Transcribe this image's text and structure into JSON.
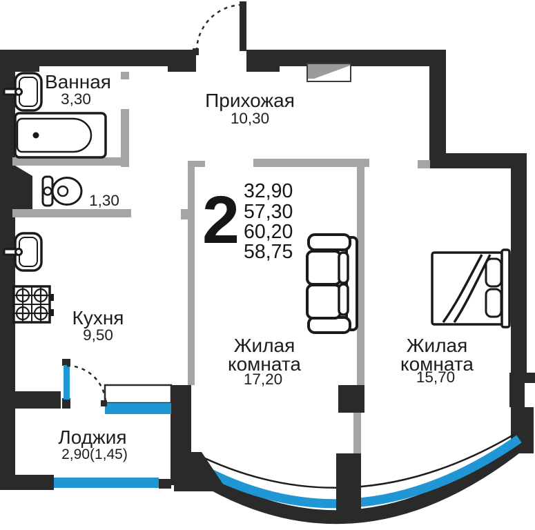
{
  "plan": {
    "title": "2-room apartment floor plan",
    "legend": {
      "rooms_count": "2",
      "areas": [
        "32,90",
        "57,30",
        "60,20",
        "58,75"
      ]
    },
    "rooms": {
      "bathroom": {
        "label": "Ванная",
        "area": "3,30"
      },
      "wc": {
        "area": "1,30"
      },
      "hallway": {
        "label": "Прихожая",
        "area": "10,30"
      },
      "kitchen": {
        "label": "Кухня",
        "area": "9,50"
      },
      "living_room_1": {
        "label_line_1": "Жилая",
        "label_line_2": "комната",
        "area": "17,20"
      },
      "living_room_2": {
        "label_line_1": "Жилая",
        "label_line_2": "комната",
        "area": "15,70"
      },
      "loggia": {
        "label": "Лоджия",
        "area": "2,90(1,45)"
      }
    },
    "icons": [
      "bathtub-icon",
      "sink-icon",
      "toilet-icon",
      "stove-icon",
      "sofa-icon",
      "double-bed-icon",
      "wardrobe-icon",
      "entrance-door-icon",
      "balcony-door-icon",
      "window-icon"
    ],
    "colors": {
      "wall": "#2b2a2a",
      "partition": "#a6a5a5",
      "window_glass": "#2196d4",
      "closet": "#9b9b9b",
      "background": "#ffffff",
      "text": "#1d1d1f"
    }
  }
}
